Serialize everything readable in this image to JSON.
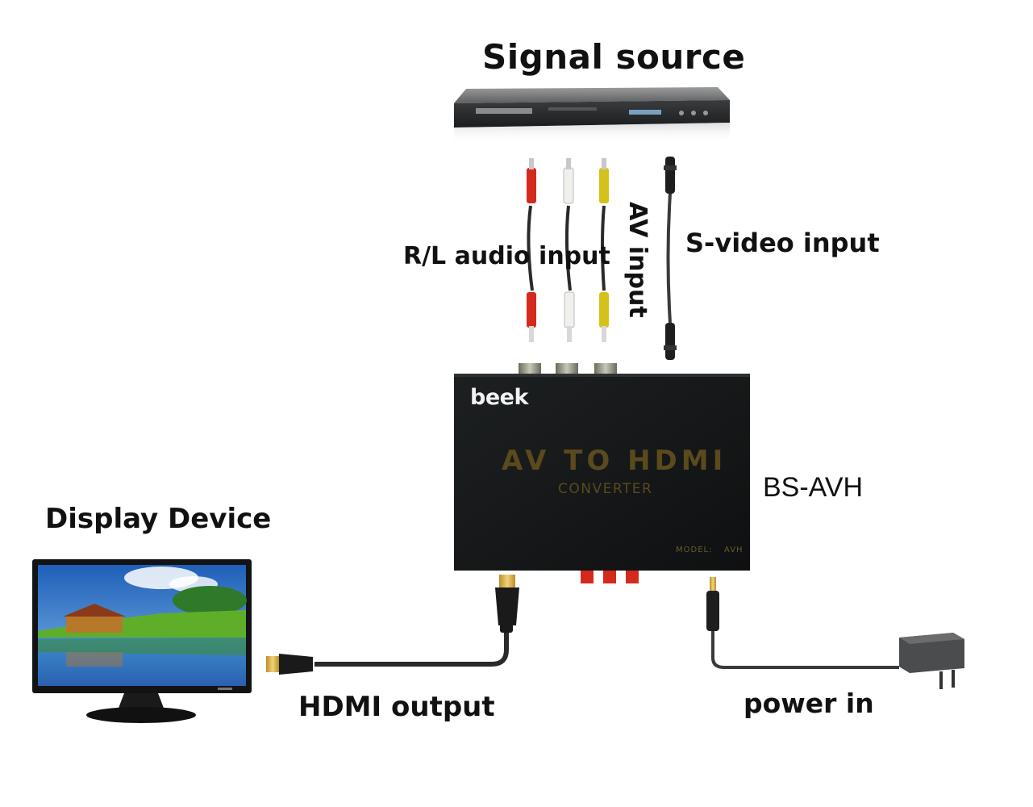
{
  "labels": {
    "signal_source": "Signal source",
    "rl_audio_input": "R/L audio input",
    "av_input": "AV input",
    "s_video_input": "S-video input",
    "display_device": "Display Device",
    "model_name": "BS-AVH",
    "hdmi_output": "HDMI output",
    "power_in": "power in"
  },
  "converter": {
    "brand": "beek",
    "title": "AV TO HDMI",
    "subtitle": "CONVERTER",
    "model_label": "MODEL:",
    "model_value": "AVH"
  },
  "colors": {
    "rca_red": "#d42a1e",
    "rca_white": "#f0f0ec",
    "rca_yellow": "#d4c21a",
    "converter_body": "#17191a",
    "converter_text": "#5a4a1c",
    "cable": "#2a2a2a"
  }
}
